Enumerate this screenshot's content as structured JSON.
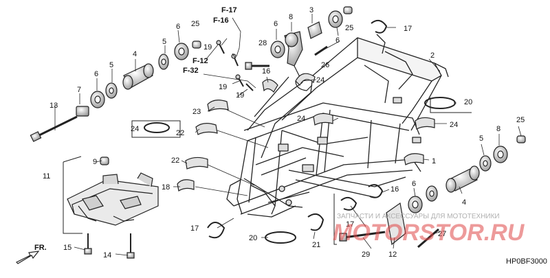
{
  "diagram": {
    "code": "HP0BF3000",
    "front_label": "FR.",
    "watermark": {
      "text": "ЗАПЧАСТИ И АКСЕССУАРЫ ДЛЯ МОТОТЕХНИКИ",
      "logo": "MOTORSTOR.RU"
    },
    "refs": [
      "F-17",
      "F-16",
      "F-12",
      "F-32"
    ],
    "parts": [
      {
        "id": "p1",
        "label": "1"
      },
      {
        "id": "p2",
        "label": "2"
      },
      {
        "id": "p3",
        "label": "3"
      },
      {
        "id": "p4a",
        "label": "4"
      },
      {
        "id": "p4b",
        "label": "4"
      },
      {
        "id": "p5a",
        "label": "5"
      },
      {
        "id": "p5b",
        "label": "5"
      },
      {
        "id": "p5c",
        "label": "5"
      },
      {
        "id": "p6a",
        "label": "6"
      },
      {
        "id": "p6b",
        "label": "6"
      },
      {
        "id": "p6c",
        "label": "6"
      },
      {
        "id": "p6d",
        "label": "6"
      },
      {
        "id": "p6e",
        "label": "6"
      },
      {
        "id": "p7",
        "label": "7"
      },
      {
        "id": "p8a",
        "label": "8"
      },
      {
        "id": "p8b",
        "label": "8"
      },
      {
        "id": "p9",
        "label": "9"
      },
      {
        "id": "p11",
        "label": "11"
      },
      {
        "id": "p12",
        "label": "12"
      },
      {
        "id": "p13",
        "label": "13"
      },
      {
        "id": "p14",
        "label": "14"
      },
      {
        "id": "p15",
        "label": "15"
      },
      {
        "id": "p16a",
        "label": "16"
      },
      {
        "id": "p16b",
        "label": "16"
      },
      {
        "id": "p17a",
        "label": "17"
      },
      {
        "id": "p17b",
        "label": "17"
      },
      {
        "id": "p17c",
        "label": "17"
      },
      {
        "id": "p18",
        "label": "18"
      },
      {
        "id": "p19a",
        "label": "19"
      },
      {
        "id": "p19b",
        "label": "19"
      },
      {
        "id": "p19c",
        "label": "19"
      },
      {
        "id": "p20a",
        "label": "20"
      },
      {
        "id": "p20b",
        "label": "20"
      },
      {
        "id": "p21",
        "label": "21"
      },
      {
        "id": "p22a",
        "label": "22"
      },
      {
        "id": "p22b",
        "label": "22"
      },
      {
        "id": "p23",
        "label": "23"
      },
      {
        "id": "p24a",
        "label": "24"
      },
      {
        "id": "p24b",
        "label": "24"
      },
      {
        "id": "p24c",
        "label": "24"
      },
      {
        "id": "p24d",
        "label": "24"
      },
      {
        "id": "p25a",
        "label": "25"
      },
      {
        "id": "p25b",
        "label": "25"
      },
      {
        "id": "p25c",
        "label": "25"
      },
      {
        "id": "p26",
        "label": "26"
      },
      {
        "id": "p27",
        "label": "27"
      },
      {
        "id": "p28",
        "label": "28"
      },
      {
        "id": "p29",
        "label": "29"
      }
    ]
  }
}
